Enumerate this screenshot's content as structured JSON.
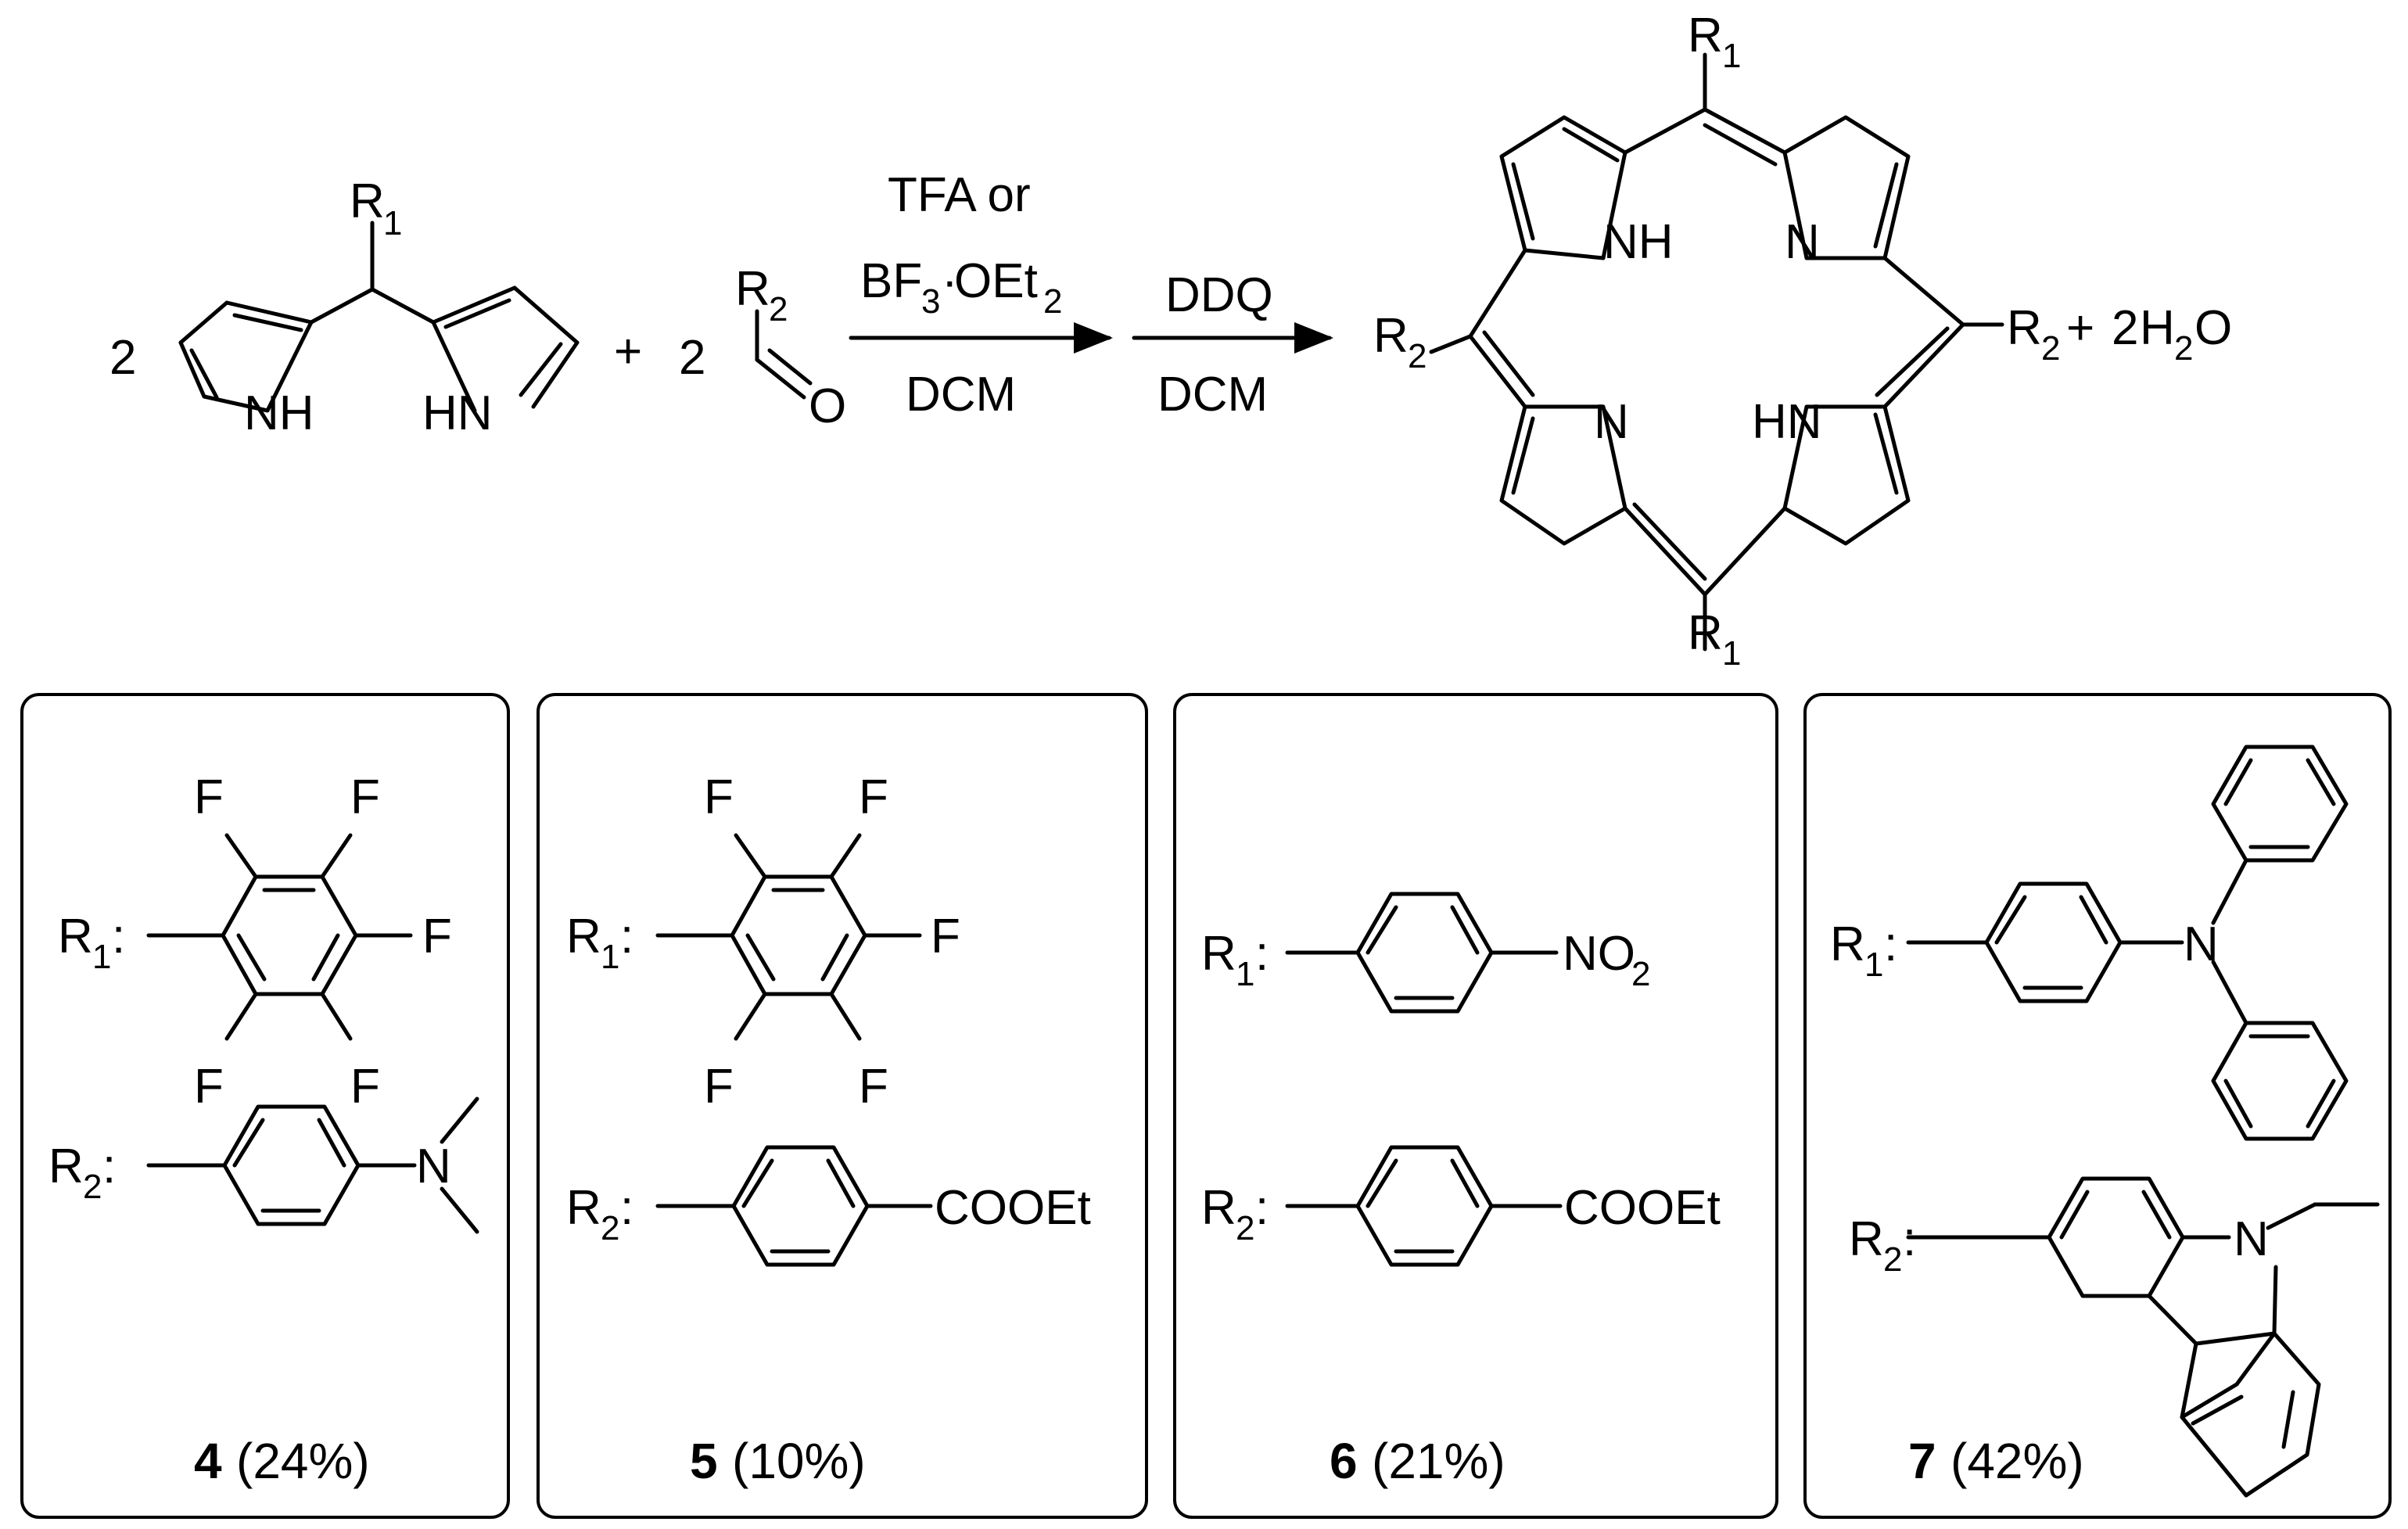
{
  "reaction": {
    "coef_dipyrromethane": "2",
    "plus_1": "+",
    "coef_aldehyde": "2",
    "plus_2": "+",
    "water": {
      "coef": "2",
      "h": "H",
      "h_sub": "2",
      "o": "O"
    },
    "dipyrromethane": {
      "r": "R",
      "r_sub": "1",
      "nh_left": "NH",
      "nh_right": "HN"
    },
    "aldehyde": {
      "r": "R",
      "r_sub": "2",
      "o": "O"
    },
    "step1": {
      "line1": "TFA or",
      "bf": "BF",
      "bf_sub": "3",
      "dot": "·",
      "oet": "OEt",
      "oet_sub": "2",
      "solvent": "DCM"
    },
    "step2": {
      "reagent": "DDQ",
      "solvent": "DCM"
    },
    "porphyrin": {
      "r1": "R",
      "r1_sub": "1",
      "r2": "R",
      "r2_sub": "2",
      "nh": "NH",
      "hn": "HN",
      "n": "N"
    }
  },
  "panels": [
    {
      "number": "4",
      "yield": "(24%)",
      "r1": {
        "prefix": "R",
        "sub": "1",
        "colon": ":",
        "substituents": [
          "F",
          "F",
          "F",
          "F",
          "F"
        ]
      },
      "r2": {
        "prefix": "R",
        "sub": "2",
        "colon": ":",
        "group": "N"
      }
    },
    {
      "number": "5",
      "yield": "(10%)",
      "r1": {
        "prefix": "R",
        "sub": "1",
        "colon": ":",
        "substituents": [
          "F",
          "F",
          "F",
          "F",
          "F"
        ]
      },
      "r2": {
        "prefix": "R",
        "sub": "2",
        "colon": ":",
        "group": "COOEt"
      }
    },
    {
      "number": "6",
      "yield": "(21%)",
      "r1": {
        "prefix": "R",
        "sub": "1",
        "colon": ":",
        "group": "NO",
        "group_sub": "2"
      },
      "r2": {
        "prefix": "R",
        "sub": "2",
        "colon": ":",
        "group": "COOEt"
      }
    },
    {
      "number": "7",
      "yield": "(42%)",
      "r1": {
        "prefix": "R",
        "sub": "1",
        "colon": ":",
        "group": "N"
      },
      "r2": {
        "prefix": "R",
        "sub": "2",
        "colon": ":",
        "group": "N"
      }
    }
  ]
}
